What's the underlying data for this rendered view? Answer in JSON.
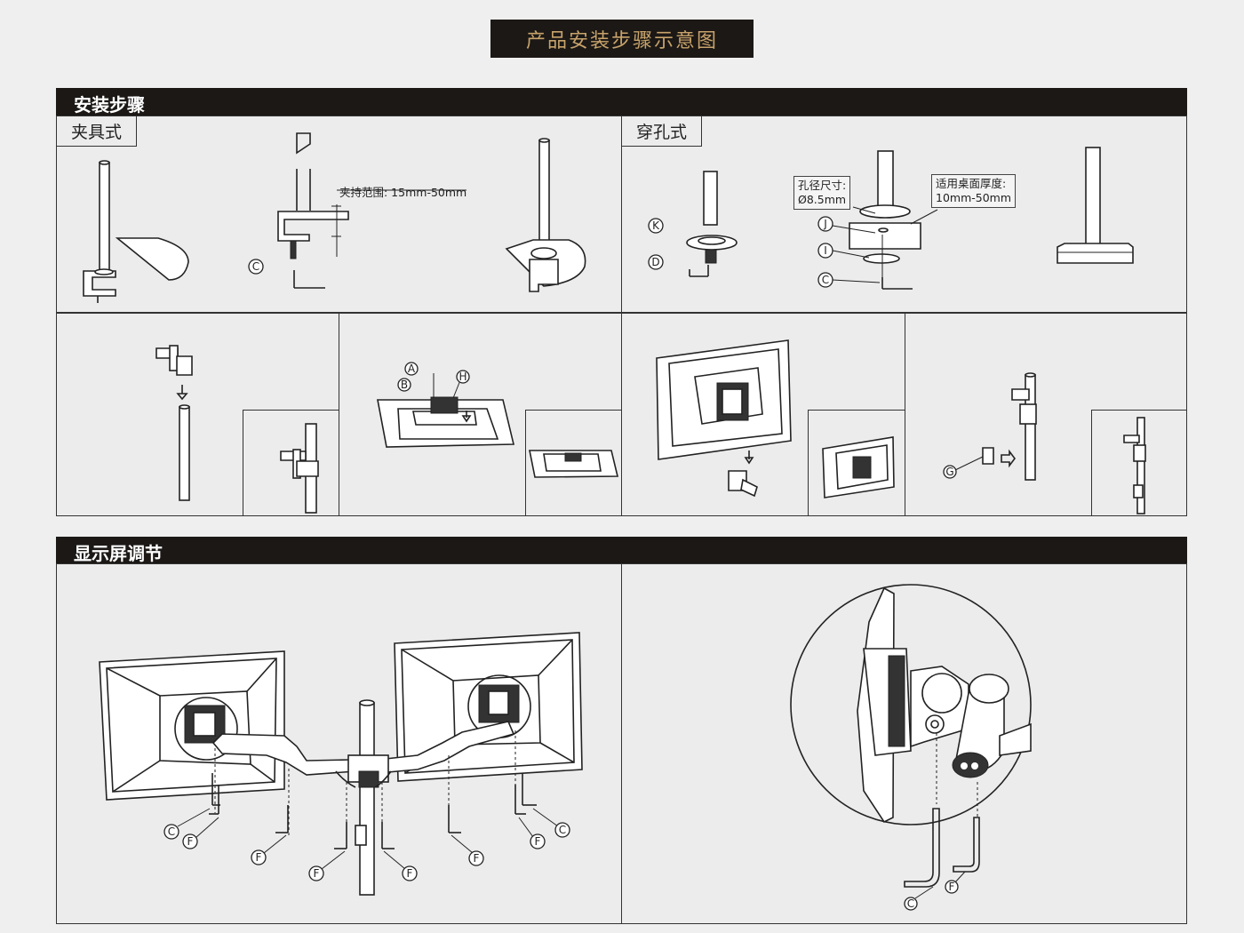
{
  "title": "产品安装步骤示意图",
  "sections": {
    "install": {
      "heading": "安装步骤",
      "clamp_tab": "夹具式",
      "grommet_tab": "穿孔式",
      "clamp_range": "夹持范围: 15mm-50mm",
      "hole_size_title": "孔径尺寸:",
      "hole_size_value": "Ø8.5mm",
      "thickness_title": "适用桌面厚度:",
      "thickness_value": "10mm-50mm"
    },
    "adjust": {
      "heading": "显示屏调节"
    }
  },
  "callouts": {
    "A": "A",
    "B": "B",
    "C": "C",
    "D": "D",
    "F": "F",
    "G": "G",
    "H": "H",
    "I": "I",
    "J": "J",
    "K": "K"
  },
  "colors": {
    "bar": "#1b1816",
    "title_text": "#c8a36b",
    "background": "#efefef"
  }
}
